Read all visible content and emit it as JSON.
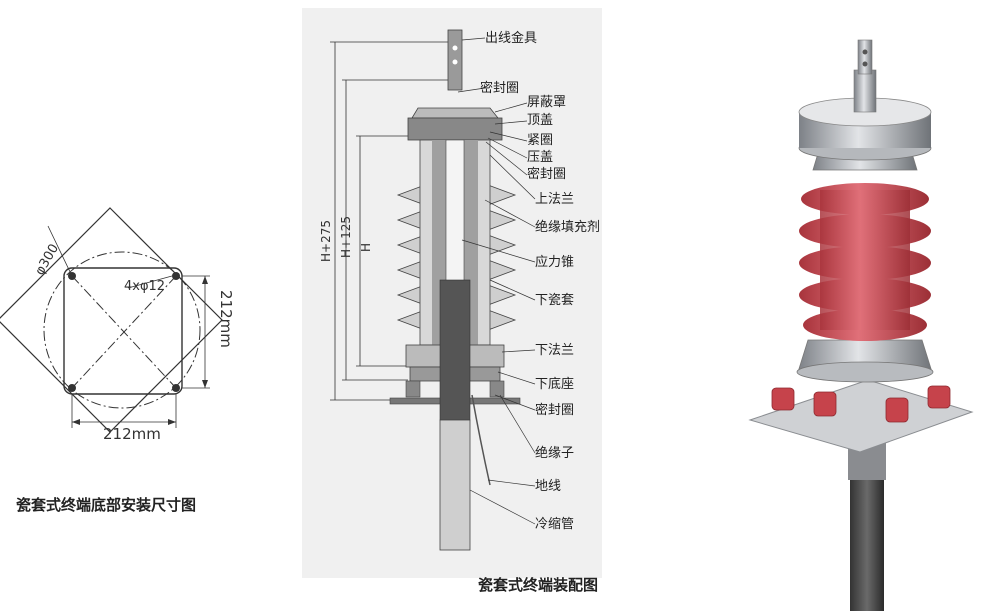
{
  "left_diagram": {
    "diameter_label": "φ300",
    "holes_label": "4xφ12",
    "vertical_dim": "212mm",
    "horizontal_dim": "212mm",
    "caption": "瓷套式终端底部安装尺寸图"
  },
  "center_diagram": {
    "dim_labels": [
      "H+275",
      "H+125",
      "H"
    ],
    "part_labels": [
      "出线金具",
      "密封圈",
      "屏蔽罩",
      "顶盖",
      "紧圈",
      "压盖",
      "密封圈",
      "上法兰",
      "绝缘填充剂",
      "应力锥",
      "下瓷套",
      "下法兰",
      "下底座",
      "密封圈",
      "绝缘子",
      "地线",
      "冷缩管"
    ],
    "caption": "瓷套式终端装配图"
  },
  "colors": {
    "porcelain_red": "#cf4f57",
    "metal_grey": "#a9adb3",
    "line": "#333333"
  }
}
